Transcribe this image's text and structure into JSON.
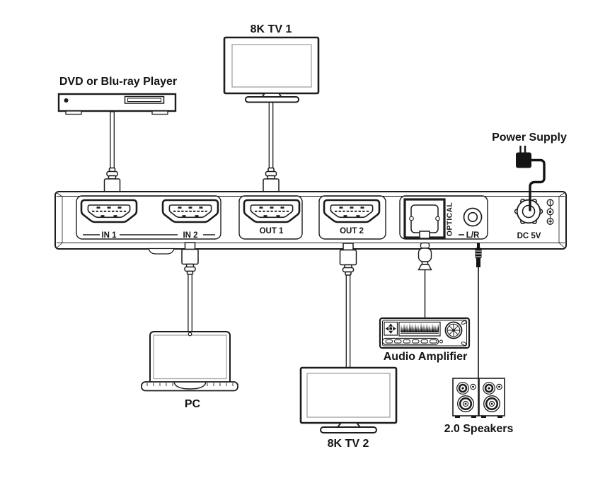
{
  "diagram": {
    "kind": "hdmi-switch-connection-diagram",
    "background": "#ffffff"
  },
  "devices": {
    "dvd_player": {
      "label": "DVD or Blu-ray Player"
    },
    "tv1": {
      "label": "8K TV 1"
    },
    "power_supply": {
      "label": "Power Supply"
    },
    "pc": {
      "label": "PC"
    },
    "tv2": {
      "label": "8K TV 2"
    },
    "audio_amplifier": {
      "label": "Audio Amplifier"
    },
    "speakers": {
      "label": "2.0 Speakers"
    }
  },
  "panel": {
    "ports": {
      "in1": {
        "label": "IN 1"
      },
      "in2": {
        "label": "IN 2"
      },
      "out1": {
        "label": "OUT 1"
      },
      "out2": {
        "label": "OUT 2"
      },
      "optical": {
        "label": "OPTICAL"
      },
      "lr": {
        "label": "L/R"
      },
      "dc": {
        "label": "DC 5V"
      }
    },
    "polarity_icons": [
      "bar-circle-icon",
      "center-dot-icon",
      "plus-circle-icon"
    ]
  },
  "connections": [
    {
      "from": "DVD or Blu-ray Player",
      "to": "IN 1"
    },
    {
      "from": "8K TV 1",
      "to": "OUT 1"
    },
    {
      "from": "PC",
      "to": "IN 2"
    },
    {
      "from": "8K TV 2",
      "to": "OUT 2"
    },
    {
      "from": "Audio Amplifier",
      "to": "OPTICAL"
    },
    {
      "from": "2.0 Speakers",
      "to": "L/R"
    },
    {
      "from": "Power Supply",
      "to": "DC 5V"
    }
  ],
  "colors": {
    "line": "#1c1c1c",
    "screen_border": "#a8a8a8",
    "black_fill": "#141414",
    "background": "#ffffff"
  }
}
